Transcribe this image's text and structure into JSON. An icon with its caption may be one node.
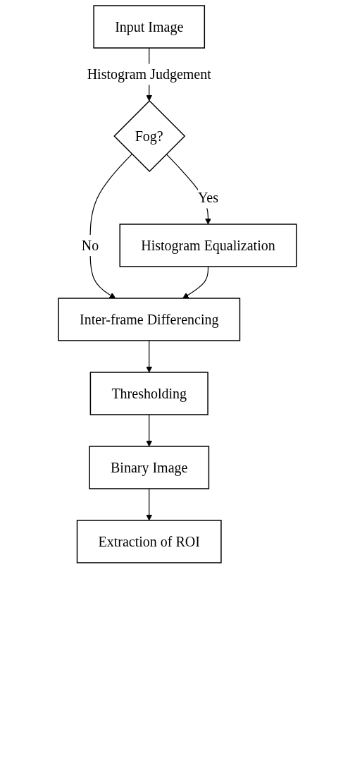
{
  "diagram": {
    "nodes": [
      {
        "text": [
          "Input Image"
        ]
      },
      {
        "text": [
          "Fog?"
        ]
      },
      {
        "text": [
          "Histogram Equalization"
        ]
      },
      {
        "text": [
          "Inter-frame Differencing"
        ]
      },
      {
        "text": [
          "Thresholding"
        ]
      },
      {
        "text": [
          "Binary Image"
        ]
      },
      {
        "text": [
          "Extraction of ROI"
        ]
      }
    ],
    "edges": [
      {
        "from": 0,
        "to": 1,
        "arrow": "to",
        "label": "Histogram Judgement"
      },
      {
        "from": 1,
        "to": 2,
        "arrow": "to",
        "label": "Yes"
      },
      {
        "from": 1,
        "to": 3,
        "arrow": "to",
        "label": "No"
      },
      {
        "from": 2,
        "to": 3,
        "arrow": "to"
      },
      {
        "from": 3,
        "to": 4,
        "arrow": "to"
      },
      {
        "from": 4,
        "to": 5,
        "arrow": "to"
      },
      {
        "from": 5,
        "to": 6,
        "arrow": "to"
      }
    ]
  }
}
